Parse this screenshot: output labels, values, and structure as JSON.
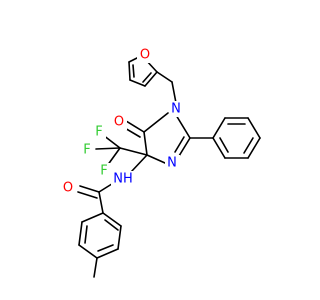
{
  "colors": {
    "background": "#ffffff",
    "bond": "#000000",
    "oxygen": "#ff0000",
    "nitrogen": "#0000ff",
    "fluorine": "#33cc33"
  },
  "labels": {
    "o_furan": "O",
    "o_ring_carbonyl": "O",
    "o_amide": "O",
    "n_ring_1": "N",
    "n_ring_3": "N",
    "n_amide": "NH",
    "f1": "F",
    "f2": "F",
    "f3": "F"
  }
}
